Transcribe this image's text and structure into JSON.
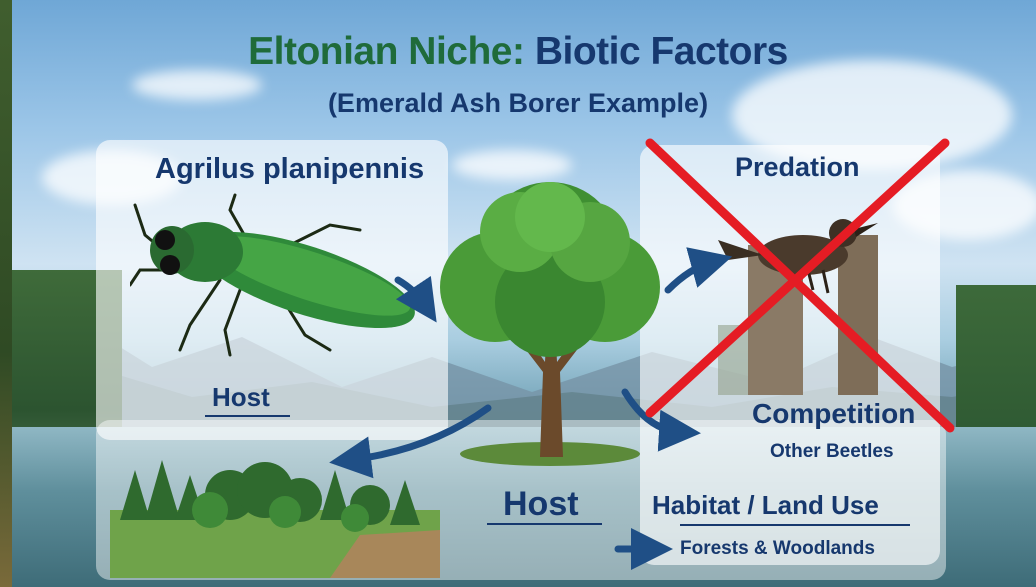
{
  "title": {
    "part1": "Eltonian Niche:",
    "part2": "Biotic Factors"
  },
  "subtitle": "(Emerald Ash Borer Example)",
  "species_label": "Agrilus planipennis",
  "host_left_label": "Host",
  "host_center_label": "Host",
  "predation_label": "Predation",
  "competition_label": "Competition",
  "competition_sub": "Other Beetles",
  "habitat_label": "Habitat / Land Use",
  "habitat_sub": "Forests & Woodlands",
  "colors": {
    "title_green": "#1f6b3a",
    "title_blue": "#16386e",
    "arrow_blue": "#1f4f86",
    "cross_red": "#e51c24"
  },
  "icons": [
    "emerald-ash-borer-beetle",
    "ash-tree",
    "bird-on-stump",
    "forest-meadow-scene",
    "red-x-cross",
    "arrow"
  ]
}
